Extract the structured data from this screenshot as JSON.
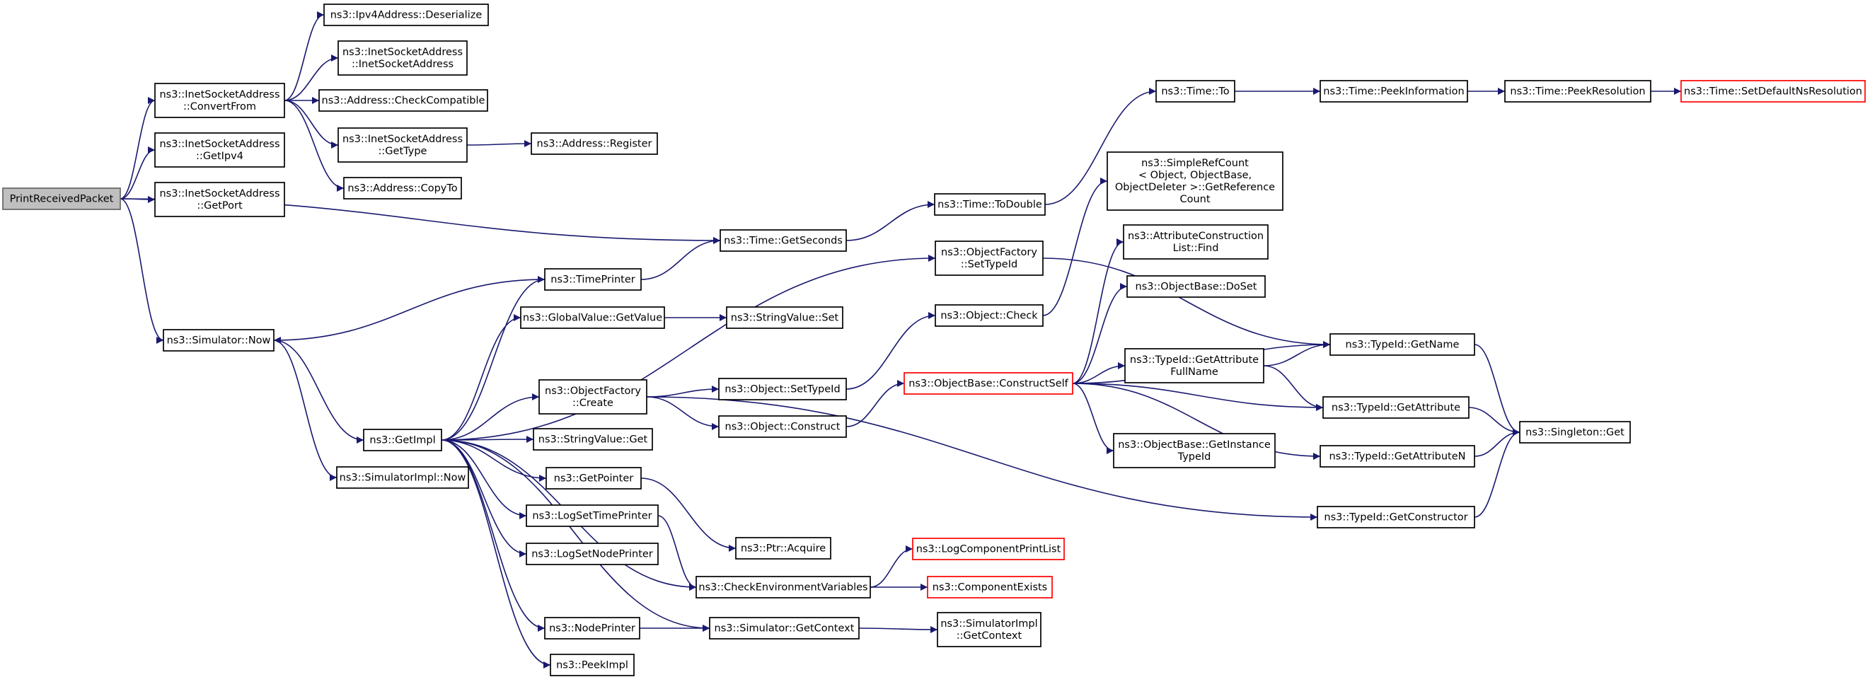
{
  "graph": {
    "colors": {
      "edge": "#191970",
      "root_fill": "#bfbfbf",
      "truncated_border": "#ff0000",
      "box_border": "#000000"
    },
    "nodes": [
      {
        "id": "n0",
        "lines": [
          "PrintReceivedPacket"
        ],
        "root": true
      },
      {
        "id": "n1",
        "lines": [
          "ns3::InetSocketAddress",
          "::ConvertFrom"
        ]
      },
      {
        "id": "n2",
        "lines": [
          "ns3::InetSocketAddress",
          "::GetIpv4"
        ]
      },
      {
        "id": "n3",
        "lines": [
          "ns3::InetSocketAddress",
          "::GetPort"
        ]
      },
      {
        "id": "n4",
        "lines": [
          "ns3::Time::GetSeconds"
        ]
      },
      {
        "id": "n5",
        "lines": [
          "ns3::Simulator::Now"
        ]
      },
      {
        "id": "n6",
        "lines": [
          "ns3::Ipv4Address::Deserialize"
        ]
      },
      {
        "id": "n7",
        "lines": [
          "ns3::InetSocketAddress",
          "::InetSocketAddress"
        ]
      },
      {
        "id": "n8",
        "lines": [
          "ns3::Address::CheckCompatible"
        ]
      },
      {
        "id": "n9",
        "lines": [
          "ns3::InetSocketAddress",
          "::GetType"
        ]
      },
      {
        "id": "n10",
        "lines": [
          "ns3::Address::CopyTo"
        ]
      },
      {
        "id": "n11",
        "lines": [
          "ns3::Address::Register"
        ]
      },
      {
        "id": "n12",
        "lines": [
          "ns3::Time::ToDouble"
        ]
      },
      {
        "id": "n13",
        "lines": [
          "ns3::Time::To"
        ]
      },
      {
        "id": "n14",
        "lines": [
          "ns3::Time::PeekInformation"
        ]
      },
      {
        "id": "n15",
        "lines": [
          "ns3::Time::PeekResolution"
        ]
      },
      {
        "id": "n16",
        "lines": [
          "ns3::Time::SetDefaultNsResolution"
        ],
        "truncated": true
      },
      {
        "id": "n17",
        "lines": [
          "ns3::GetImpl"
        ]
      },
      {
        "id": "n18",
        "lines": [
          "ns3::SimulatorImpl::Now"
        ]
      },
      {
        "id": "n19",
        "lines": [
          "ns3::TimePrinter"
        ]
      },
      {
        "id": "n20",
        "lines": [
          "ns3::GlobalValue::GetValue"
        ]
      },
      {
        "id": "n21",
        "lines": [
          "ns3::StringValue::Set"
        ]
      },
      {
        "id": "n22",
        "lines": [
          "ns3::ObjectFactory",
          "::Create"
        ]
      },
      {
        "id": "n23",
        "lines": [
          "ns3::StringValue::Get"
        ]
      },
      {
        "id": "n24",
        "lines": [
          "ns3::GetPointer"
        ]
      },
      {
        "id": "n25",
        "lines": [
          "ns3::LogSetTimePrinter"
        ]
      },
      {
        "id": "n26",
        "lines": [
          "ns3::LogSetNodePrinter"
        ]
      },
      {
        "id": "n27",
        "lines": [
          "ns3::NodePrinter"
        ]
      },
      {
        "id": "n28",
        "lines": [
          "ns3::PeekImpl"
        ]
      },
      {
        "id": "n29",
        "lines": [
          "ns3::ObjectFactory",
          "::SetTypeId"
        ]
      },
      {
        "id": "n30",
        "lines": [
          "ns3::Object::Check"
        ]
      },
      {
        "id": "n31",
        "lines": [
          "ns3::Object::SetTypeId"
        ]
      },
      {
        "id": "n32",
        "lines": [
          "ns3::Object::Construct"
        ]
      },
      {
        "id": "n33",
        "lines": [
          "ns3::Ptr::Acquire"
        ]
      },
      {
        "id": "n34",
        "lines": [
          "ns3::CheckEnvironmentVariables"
        ]
      },
      {
        "id": "n35",
        "lines": [
          "ns3::Simulator::GetContext"
        ]
      },
      {
        "id": "n36",
        "lines": [
          "ns3::SimpleRefCount",
          "< Object, ObjectBase,",
          "ObjectDeleter >::GetReference",
          "Count"
        ]
      },
      {
        "id": "n37",
        "lines": [
          "ns3::AttributeConstruction",
          "List::Find"
        ]
      },
      {
        "id": "n38",
        "lines": [
          "ns3::ObjectBase::DoSet"
        ]
      },
      {
        "id": "n39",
        "lines": [
          "ns3::ObjectBase::ConstructSelf"
        ],
        "truncated": true
      },
      {
        "id": "n40",
        "lines": [
          "ns3::TypeId::GetAttribute",
          "FullName"
        ]
      },
      {
        "id": "n41",
        "lines": [
          "ns3::ObjectBase::GetInstance",
          "TypeId"
        ]
      },
      {
        "id": "n42",
        "lines": [
          "ns3::LogComponentPrintList"
        ],
        "truncated": true
      },
      {
        "id": "n43",
        "lines": [
          "ns3::ComponentExists"
        ],
        "truncated": true
      },
      {
        "id": "n44",
        "lines": [
          "ns3::SimulatorImpl",
          "::GetContext"
        ]
      },
      {
        "id": "n45",
        "lines": [
          "ns3::TypeId::GetName"
        ]
      },
      {
        "id": "n46",
        "lines": [
          "ns3::TypeId::GetAttribute"
        ]
      },
      {
        "id": "n47",
        "lines": [
          "ns3::TypeId::GetAttributeN"
        ]
      },
      {
        "id": "n48",
        "lines": [
          "ns3::TypeId::GetConstructor"
        ]
      },
      {
        "id": "n49",
        "lines": [
          "ns3::Singleton::Get"
        ]
      }
    ],
    "edges": [
      [
        "n0",
        "n1"
      ],
      [
        "n0",
        "n2"
      ],
      [
        "n0",
        "n3"
      ],
      [
        "n0",
        "n4"
      ],
      [
        "n0",
        "n5"
      ],
      [
        "n1",
        "n6"
      ],
      [
        "n1",
        "n7"
      ],
      [
        "n1",
        "n8"
      ],
      [
        "n1",
        "n9"
      ],
      [
        "n1",
        "n10"
      ],
      [
        "n9",
        "n11"
      ],
      [
        "n4",
        "n12"
      ],
      [
        "n12",
        "n13"
      ],
      [
        "n13",
        "n14"
      ],
      [
        "n14",
        "n15"
      ],
      [
        "n15",
        "n16"
      ],
      [
        "n5",
        "n17"
      ],
      [
        "n5",
        "n18"
      ],
      [
        "n19",
        "n5"
      ],
      [
        "n19",
        "n4"
      ],
      [
        "n17",
        "n19"
      ],
      [
        "n17",
        "n20"
      ],
      [
        "n17",
        "n29"
      ],
      [
        "n17",
        "n22"
      ],
      [
        "n17",
        "n23"
      ],
      [
        "n17",
        "n24"
      ],
      [
        "n17",
        "n25"
      ],
      [
        "n17",
        "n26"
      ],
      [
        "n17",
        "n27"
      ],
      [
        "n17",
        "n28"
      ],
      [
        "n17",
        "n35"
      ],
      [
        "n17",
        "n34"
      ],
      [
        "n20",
        "n21"
      ],
      [
        "n22",
        "n31"
      ],
      [
        "n22",
        "n32"
      ],
      [
        "n22",
        "n48"
      ],
      [
        "n24",
        "n33"
      ],
      [
        "n25",
        "n34"
      ],
      [
        "n27",
        "n35"
      ],
      [
        "n29",
        "n45"
      ],
      [
        "n30",
        "n36"
      ],
      [
        "n31",
        "n30"
      ],
      [
        "n32",
        "n39"
      ],
      [
        "n34",
        "n42"
      ],
      [
        "n34",
        "n43"
      ],
      [
        "n35",
        "n44"
      ],
      [
        "n39",
        "n37"
      ],
      [
        "n39",
        "n38"
      ],
      [
        "n39",
        "n45"
      ],
      [
        "n39",
        "n40"
      ],
      [
        "n39",
        "n46"
      ],
      [
        "n39",
        "n41"
      ],
      [
        "n39",
        "n47"
      ],
      [
        "n40",
        "n45"
      ],
      [
        "n40",
        "n46"
      ],
      [
        "n45",
        "n49"
      ],
      [
        "n46",
        "n49"
      ],
      [
        "n47",
        "n49"
      ],
      [
        "n48",
        "n49"
      ]
    ]
  }
}
